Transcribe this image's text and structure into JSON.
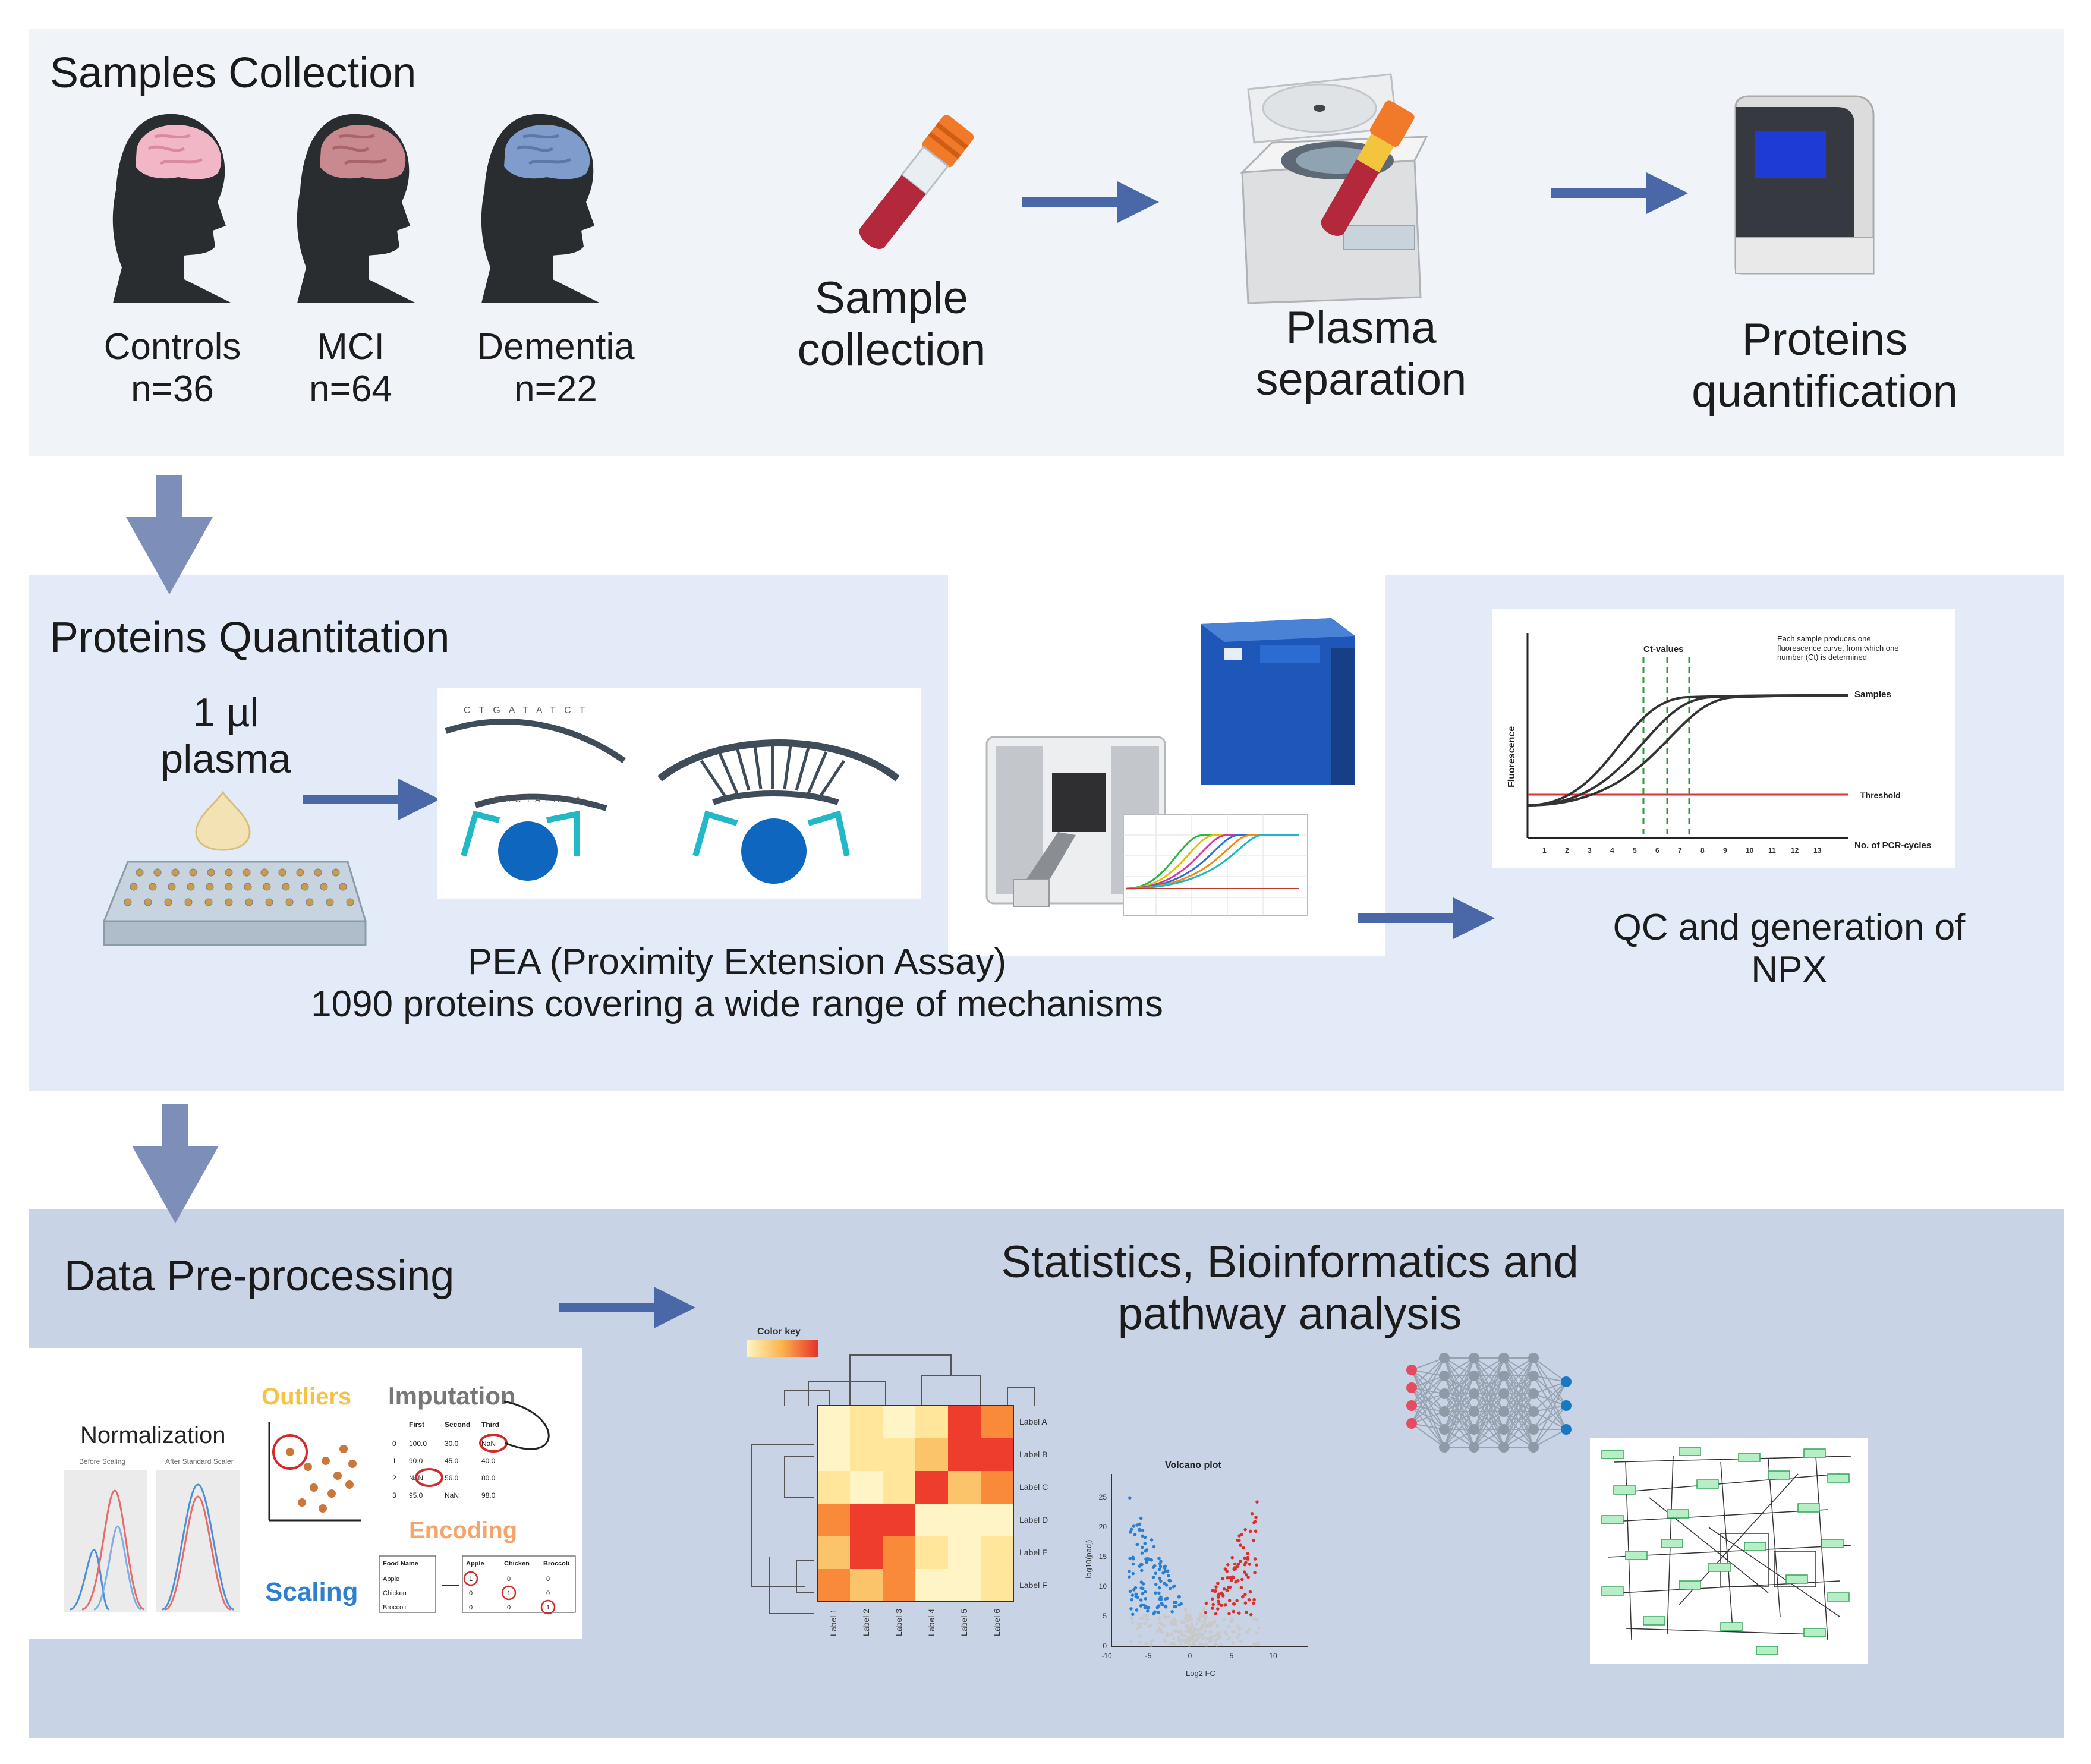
{
  "sections": {
    "collection": {
      "title": "Samples Collection",
      "groups": [
        {
          "label": "Controls",
          "count": "n=36"
        },
        {
          "label": "MCI",
          "count": "n=64"
        },
        {
          "label": "Dementia",
          "count": "n=22"
        }
      ],
      "steps": [
        "Sample\ncollection",
        "Plasma\nseparation",
        "Proteins\nquantification"
      ]
    },
    "quantitation": {
      "title": "Proteins Quantitation",
      "volume": "1 µl\nplasma",
      "pea_line1": "PEA (Proximity Extension Assay)",
      "pea_line2": "1090 proteins covering a wide range of mechanisms",
      "qc": "QC and generation of\nNPX",
      "dna_seq_top": "CTGATATCT",
      "dna_seq_bottom": "GACTATAGA",
      "pcr_chart": {
        "ylabel": "Fluorescence",
        "xlabel": "No. of PCR-cycles",
        "ct_label": "Ct-values",
        "note": "Each sample produces one fluorescence curve, from which one number (Ct) is determined",
        "samples_label": "Samples",
        "threshold_label": "Threshold",
        "ticks": [
          "1",
          "2",
          "3",
          "4",
          "5",
          "6",
          "7",
          "8",
          "9",
          "10",
          "11",
          "12",
          "13"
        ]
      }
    },
    "processing": {
      "title": "Data Pre-processing",
      "analysis_title": "Statistics, Bioinformatics and\npathway analysis",
      "normalization": "Normalization",
      "before_scaling": "Before Scaling",
      "after_scaling": "After Standard Scaler",
      "outliers": "Outliers",
      "imputation": "Imputation",
      "encoding": "Encoding",
      "scaling": "Scaling",
      "imputation_table": {
        "headers": [
          "",
          "First",
          "Second",
          "Third"
        ],
        "rows": [
          [
            "0",
            "100.0",
            "30.0",
            "NaN"
          ],
          [
            "1",
            "90.0",
            "45.0",
            "40.0"
          ],
          [
            "2",
            "NaN",
            "56.0",
            "80.0"
          ],
          [
            "3",
            "95.0",
            "NaN",
            "98.0"
          ]
        ]
      },
      "encoding_table": {
        "left_header": "Food Name",
        "left_rows": [
          "Apple",
          "Chicken",
          "Broccoli"
        ],
        "headers": [
          "Apple",
          "Chicken",
          "Broccoli"
        ],
        "rows": [
          [
            "1",
            "0",
            "0"
          ],
          [
            "0",
            "1",
            "0"
          ],
          [
            "0",
            "0",
            "1"
          ]
        ]
      },
      "heatmap": {
        "color_key": "Color key",
        "row_labels": [
          "Label A",
          "Label B",
          "Label C",
          "Label D",
          "Label E",
          "Label F"
        ],
        "col_labels": [
          "Label 1",
          "Label 2",
          "Label 3",
          "Label 4",
          "Label 5",
          "Label 6"
        ]
      },
      "volcano": {
        "title": "Volcano plot",
        "xlabel": "Log2 FC",
        "ylabel": "-log10(padj)",
        "x_ticks": [
          "-10",
          "-5",
          "0",
          "5",
          "10"
        ],
        "y_ticks": [
          "0",
          "5",
          "10",
          "15",
          "20",
          "25"
        ]
      }
    }
  },
  "colors": {
    "panel1": "#f0f3f8",
    "panel2": "#e3ebf8",
    "panel3": "#c8d4e6",
    "arrow": "#4a67a8",
    "down_arrow": "#7d8fb8"
  }
}
